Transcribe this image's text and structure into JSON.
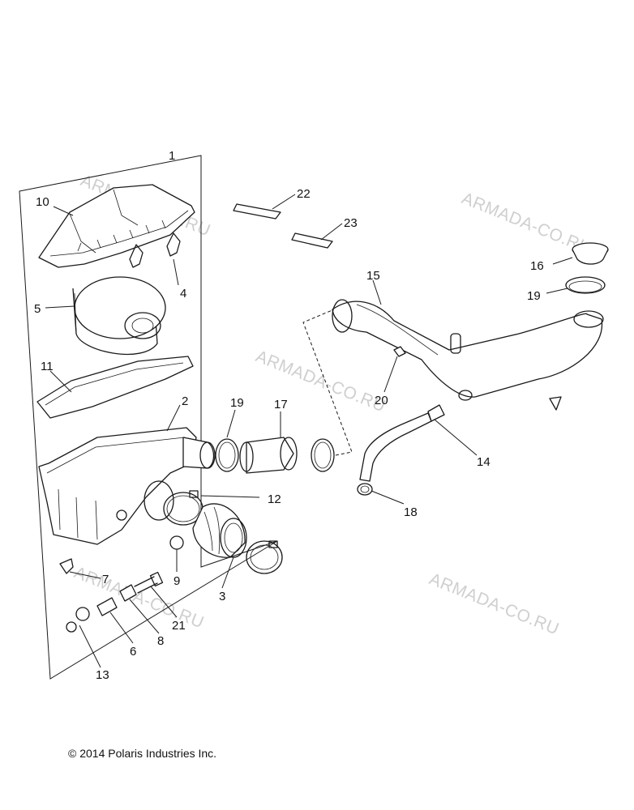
{
  "diagram": {
    "callouts": {
      "c1": "1",
      "c2": "2",
      "c3": "3",
      "c4": "4",
      "c5": "5",
      "c6": "6",
      "c7": "7",
      "c8": "8",
      "c9": "9",
      "c10": "10",
      "c11": "11",
      "c12": "12",
      "c13": "13",
      "c14": "14",
      "c15": "15",
      "c16": "16",
      "c17": "17",
      "c18": "18",
      "c19a": "19",
      "c19b": "19",
      "c20": "20",
      "c21": "21",
      "c22": "22",
      "c23": "23"
    },
    "watermark": "ARMADA-CO.RU"
  },
  "footer": {
    "copyright": "© 2014 Polaris Industries Inc."
  }
}
